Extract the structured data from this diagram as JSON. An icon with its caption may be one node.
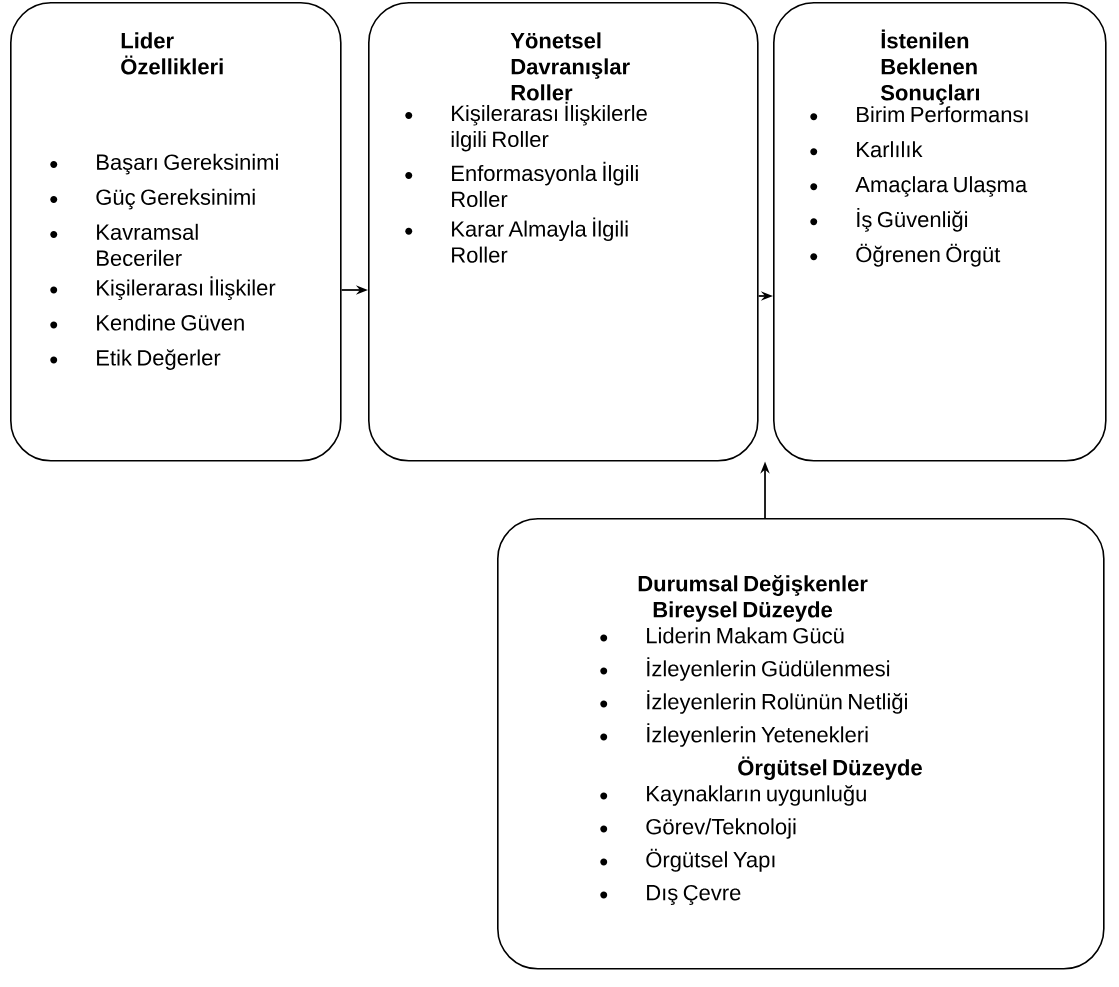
{
  "diagram": {
    "nodes": [
      {
        "text": [
          "Lider Özellikleri",
          "Başarı Gereksinimi",
          "Güç Gereksinimi",
          "Kavramsal Beceriler",
          "Kişilerarası İlişkiler",
          "Kendine Güven",
          "Etik Değerler"
        ]
      },
      {
        "text": [
          "Yönetsel Davranışlar Roller",
          "Kişilerarası İlişkilerle ilgili Roller",
          "Enformasyonla İlgili Roller",
          "Karar Almayla İlgili Roller"
        ]
      },
      {
        "text": [
          "İstenilen Beklenen Sonuçları",
          "Birim Performansı",
          "Karlılık",
          "Amaçlara Ulaşma",
          "İş Güvenliği",
          "Öğrenen Örgüt"
        ]
      },
      {
        "text": [
          "Durumsal Değişkenler",
          "Bireysel Düzeyde",
          "Liderin Makam Gücü",
          "İzleyenlerin Güdülenmesi",
          "İzleyenlerin Rolünün Netliği",
          "İzleyenlerin Yetenekleri",
          "Örgütsel Düzeyde",
          "Kaynakların uygunluğu",
          "Görev/Teknoloji",
          "Örgütsel Yapı",
          "Dış Çevre"
        ]
      }
    ],
    "edges": [
      {
        "from": 0,
        "to": 1,
        "arrow": "to"
      },
      {
        "from": 1,
        "to": 2,
        "arrow": "to"
      },
      {
        "from": 3,
        "to": 2,
        "arrow": "to"
      }
    ]
  }
}
